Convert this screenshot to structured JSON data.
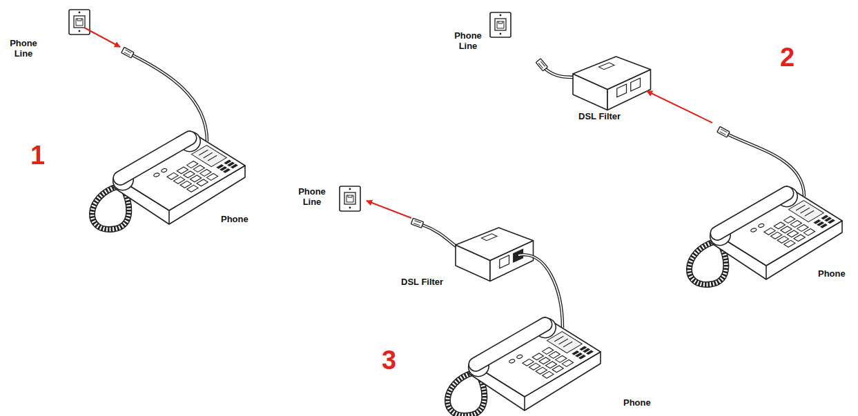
{
  "diagram": {
    "labels": [
      "Phone Line",
      "1",
      "Phone",
      "Phone Line",
      "DSL Filter",
      "2",
      "Phone",
      "Phone Line",
      "DSL Filter",
      "3",
      "Phone"
    ]
  }
}
